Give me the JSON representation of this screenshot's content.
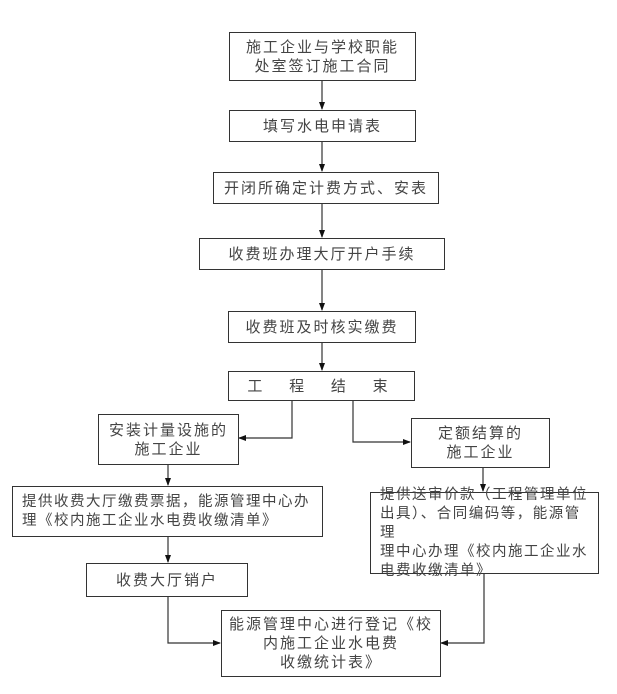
{
  "flowchart": {
    "nodes": [
      {
        "id": "sign-contract",
        "lines": [
          "施工企业与学校职能",
          "处室签订施工合同"
        ]
      },
      {
        "id": "fill-form",
        "lines": [
          "填写水电申请表"
        ]
      },
      {
        "id": "determine-billing",
        "lines": [
          "开闭所确定计费方式、安表"
        ]
      },
      {
        "id": "open-account",
        "lines": [
          "收费班办理大厅开户手续"
        ]
      },
      {
        "id": "verify-payment",
        "lines": [
          "收费班及时核实缴费"
        ]
      },
      {
        "id": "project-end",
        "lines": [
          "工 程 结 束"
        ]
      },
      {
        "id": "metered-enterprise",
        "lines": [
          "安装计量设施的",
          "施工企业"
        ]
      },
      {
        "id": "quota-enterprise",
        "lines": [
          "定额结算的",
          "施工企业"
        ]
      },
      {
        "id": "provide-receipt",
        "lines": [
          "提供收费大厅缴费票据，能源管理中心办",
          "理《校内施工企业水电费收缴清单》"
        ]
      },
      {
        "id": "provide-audit",
        "lines": [
          "提供送审价款（工程管理单位",
          "出具）、合同编码等，能源管理",
          "理中心办理《校内施工企业水",
          "电费收缴清单》"
        ]
      },
      {
        "id": "close-account",
        "lines": [
          "收费大厅销户"
        ]
      },
      {
        "id": "register",
        "lines": [
          "能源管理中心进行登记《校",
          "内施工企业水电费",
          "收缴统计表》"
        ]
      }
    ],
    "edges": [
      [
        "sign-contract",
        "fill-form"
      ],
      [
        "fill-form",
        "determine-billing"
      ],
      [
        "determine-billing",
        "open-account"
      ],
      [
        "open-account",
        "verify-payment"
      ],
      [
        "verify-payment",
        "project-end"
      ],
      [
        "project-end",
        "metered-enterprise"
      ],
      [
        "project-end",
        "quota-enterprise"
      ],
      [
        "metered-enterprise",
        "provide-receipt"
      ],
      [
        "quota-enterprise",
        "provide-audit"
      ],
      [
        "provide-receipt",
        "close-account"
      ],
      [
        "close-account",
        "register"
      ],
      [
        "provide-audit",
        "register"
      ]
    ]
  }
}
